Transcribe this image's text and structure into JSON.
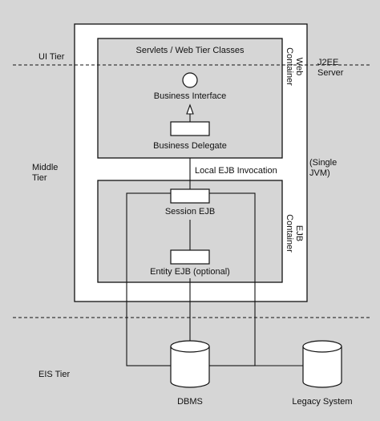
{
  "tiers": {
    "ui": "UI Tier",
    "middle": [
      "Middle",
      "Tier"
    ],
    "eis": "EIS Tier"
  },
  "server": {
    "label": [
      "J2EE",
      "Server"
    ],
    "jvm": [
      "(Single",
      "JVM)"
    ]
  },
  "web_container": {
    "label": [
      "Web",
      "Container"
    ],
    "title": "Servlets / Web Tier Classes",
    "business_interface": "Business Interface",
    "business_delegate": "Business Delegate"
  },
  "invocation": "Local EJB Invocation",
  "ejb_container": {
    "label": [
      "EJB",
      "Container"
    ],
    "session_ejb": "Session EJB",
    "entity_ejb": "Entity EJB (optional)"
  },
  "resources": {
    "dbms": "DBMS",
    "legacy": "Legacy System"
  },
  "colors": {
    "background": "#d6d6d6",
    "server_box": "#ffffff",
    "container_box": "#d6d6d6",
    "line": "#111111"
  }
}
